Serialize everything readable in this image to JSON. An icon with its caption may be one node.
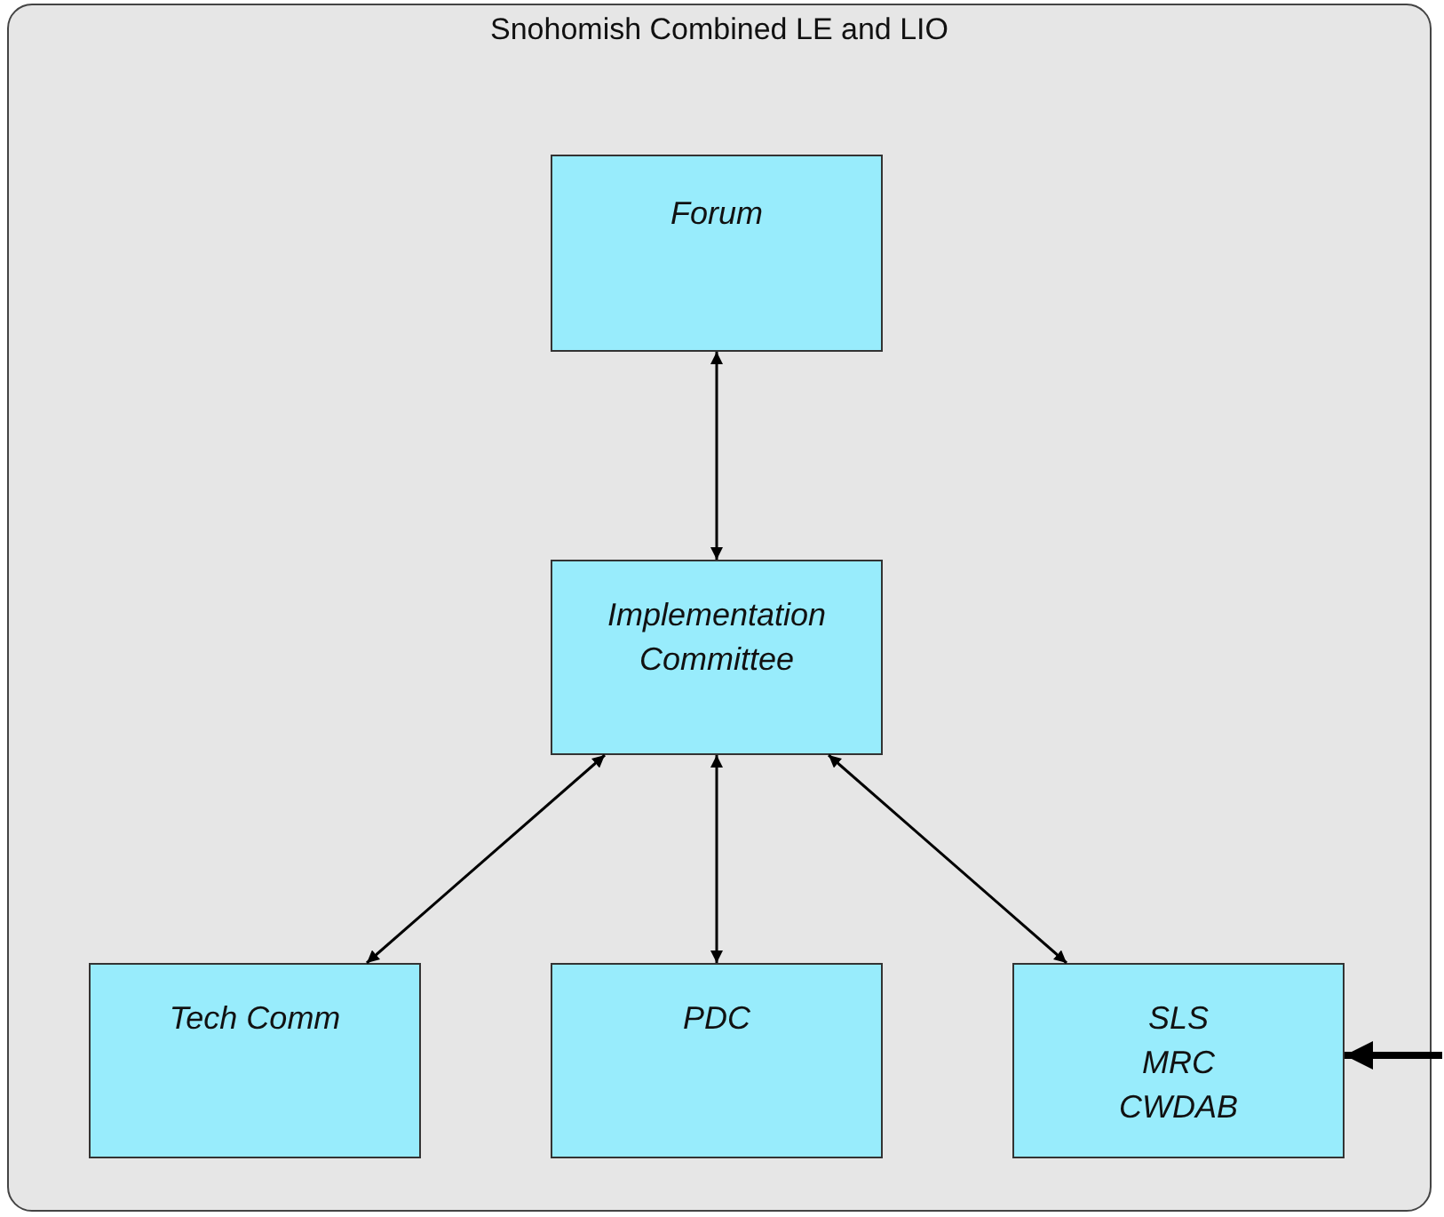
{
  "diagram": {
    "nodes": [
      {
        "text": [
          "Snohomish Combined LE and LIO"
        ]
      },
      {
        "text": [
          "Forum"
        ],
        "in": 0
      },
      {
        "text": [
          "Implementation Committee"
        ],
        "in": 0
      },
      {
        "text": [
          "Tech Comm"
        ],
        "in": 0
      },
      {
        "text": [
          "PDC"
        ],
        "in": 0
      },
      {
        "text": [
          "SLS",
          "MRC",
          "CWDAB"
        ],
        "in": 0
      }
    ],
    "edges": [
      {
        "from": 1,
        "to": 2,
        "arrow": "both"
      },
      {
        "from": 2,
        "to": 3,
        "arrow": "both"
      },
      {
        "from": 2,
        "to": 4,
        "arrow": "both"
      },
      {
        "from": 2,
        "to": 5,
        "arrow": "both"
      },
      {
        "from": null,
        "to": 5,
        "arrow": "to",
        "style": "thick"
      }
    ]
  }
}
